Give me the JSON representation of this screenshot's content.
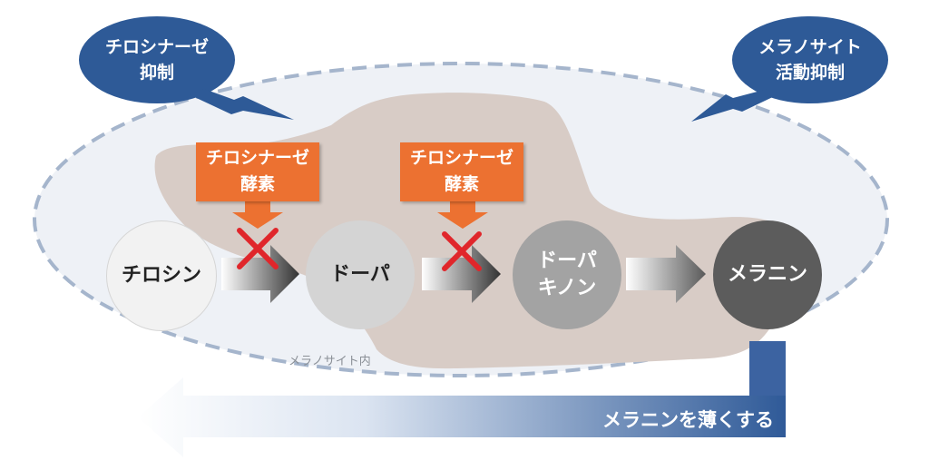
{
  "bubbles": {
    "left": {
      "lines": [
        "チロシナーゼ",
        "抑制"
      ],
      "color": "#2e5a97"
    },
    "right": {
      "lines": [
        "メラノサイト",
        "活動抑制"
      ],
      "color": "#2e5a97"
    }
  },
  "enzymes": [
    {
      "lines": [
        "チロシナーゼ",
        "酵素"
      ]
    },
    {
      "lines": [
        "チロシナーゼ",
        "酵素"
      ]
    }
  ],
  "nodes": {
    "tyrosine": {
      "label": "チロシン",
      "color": "#f2f2f2",
      "text_color": "#222222"
    },
    "dopa": {
      "label": "ドーパ",
      "color": "#d4d4d4",
      "text_color": "#222222"
    },
    "dopaquinone": {
      "lines": [
        "ドーパ",
        "キノン"
      ],
      "color": "#a3a3a3",
      "text_color": "#ffffff"
    },
    "melanin": {
      "label": "メラニン",
      "color": "#5c5c5c",
      "text_color": "#ffffff"
    }
  },
  "region_label": "メラノサイト内",
  "result_label": "メラニンを薄くする",
  "colors": {
    "ellipse_fill": "#eef1f6",
    "ellipse_stroke": "#a5b5cc",
    "cell_fill": "#d8ccc6",
    "block_mark": "#e0262b",
    "result_arrow": "#3c63a1"
  }
}
